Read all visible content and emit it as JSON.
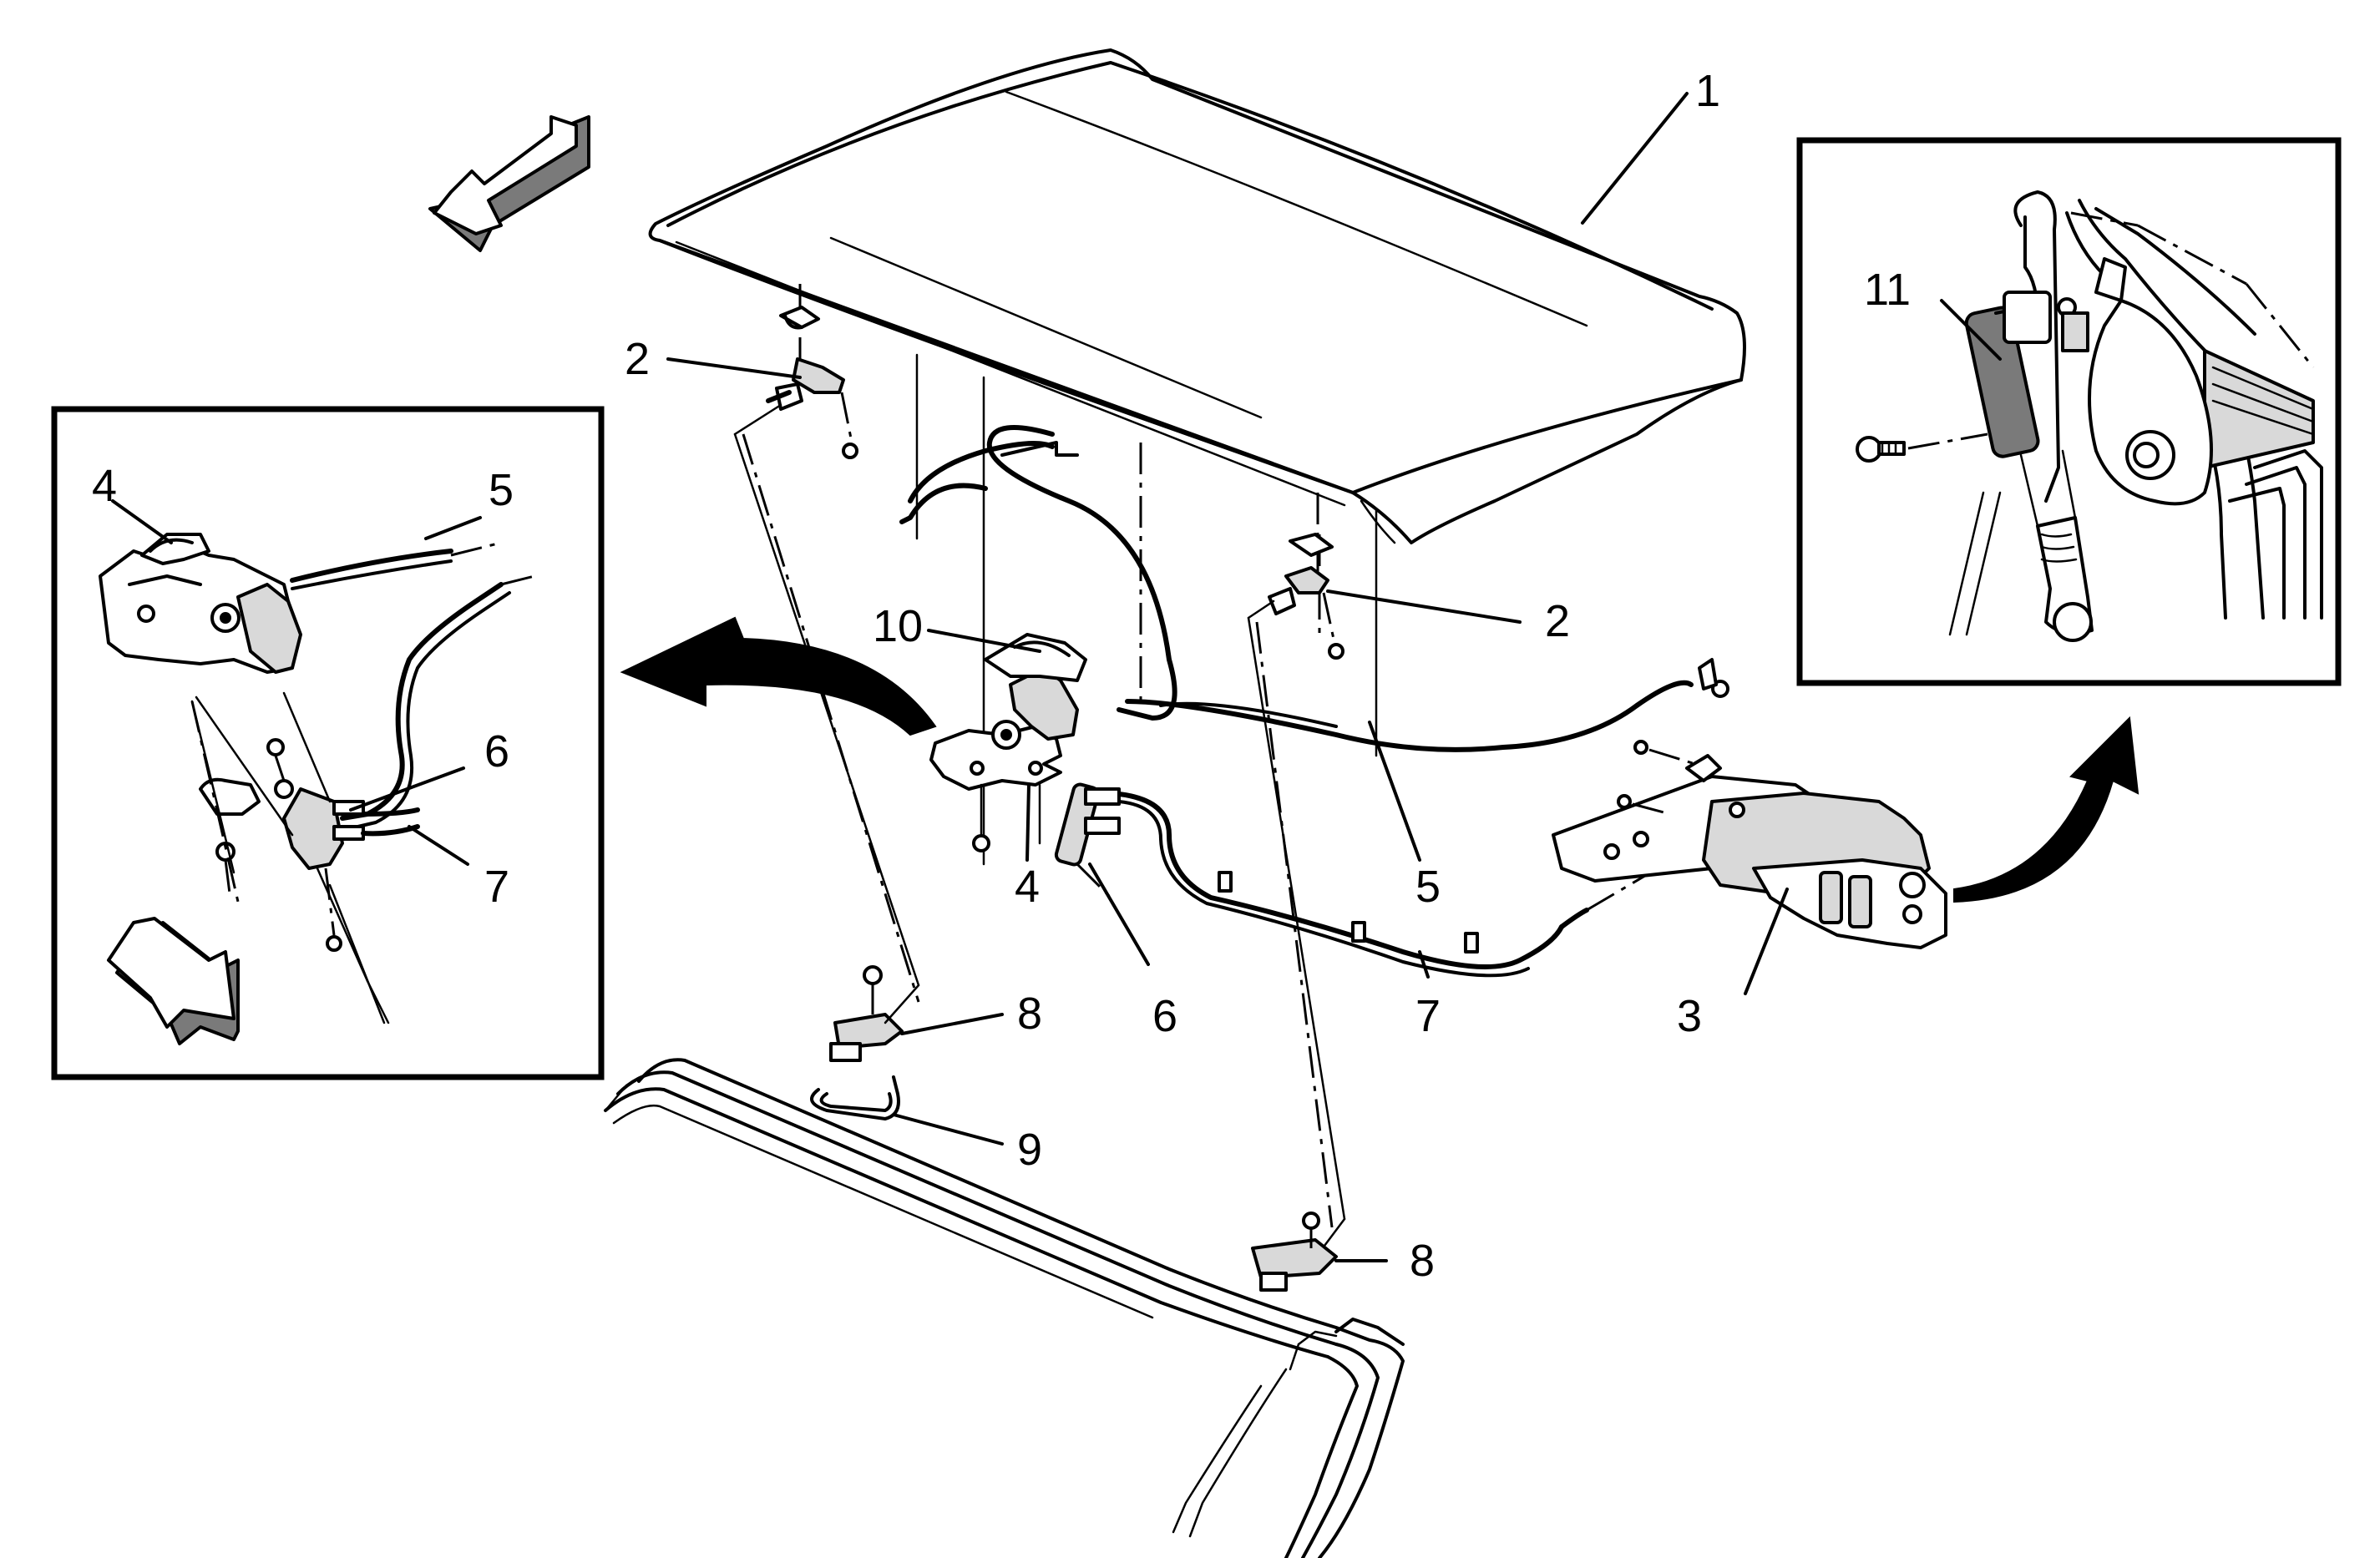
{
  "colors": {
    "line": "#000000",
    "background": "#ffffff",
    "shade": "#d9d9d9"
  },
  "callouts": {
    "c1": "1",
    "c2_left": "2",
    "c2_right": "2",
    "c3": "3",
    "c4_main": "4",
    "c5_main": "5",
    "c6_main": "6",
    "c7_main": "7",
    "c8_upper": "8",
    "c8_lower": "8",
    "c9": "9",
    "c10": "10",
    "c4_inset": "4",
    "c5_inset": "5",
    "c6_inset": "6",
    "c7_inset": "7",
    "c11_inset": "11"
  },
  "icons": {
    "direction_arrow": "arrow-icon",
    "curved_arrow": "curved-arrow-icon"
  }
}
